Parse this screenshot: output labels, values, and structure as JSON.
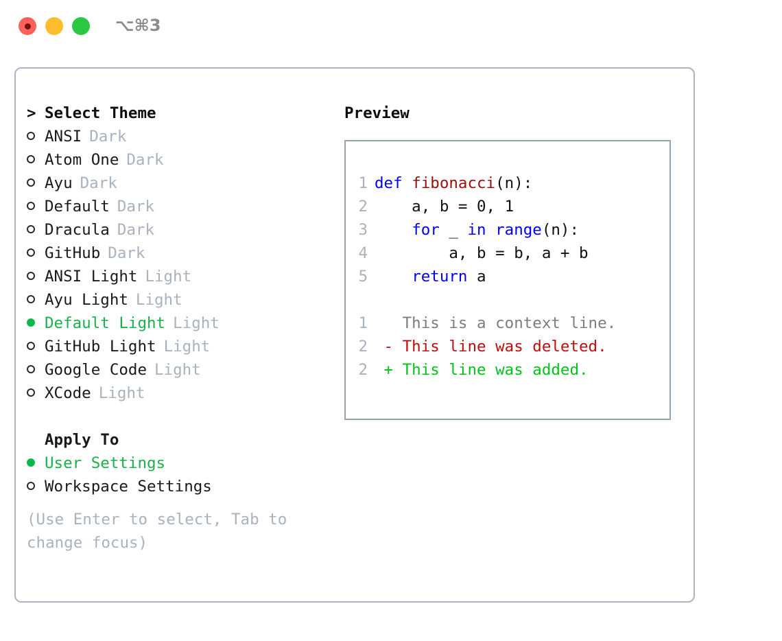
{
  "titlebar": {
    "shortcut": "⌥⌘3",
    "buttons": [
      "close",
      "minimize",
      "maximize"
    ]
  },
  "theme_picker": {
    "header_marker": ">",
    "header_label": "Select Theme",
    "items": [
      {
        "marker": "o",
        "label": "ANSI",
        "tag": "Dark",
        "selected": false
      },
      {
        "marker": "o",
        "label": "Atom One",
        "tag": "Dark",
        "selected": false
      },
      {
        "marker": "o",
        "label": "Ayu",
        "tag": "Dark",
        "selected": false
      },
      {
        "marker": "o",
        "label": "Default",
        "tag": "Dark",
        "selected": false
      },
      {
        "marker": "o",
        "label": "Dracula",
        "tag": "Dark",
        "selected": false
      },
      {
        "marker": "o",
        "label": "GitHub",
        "tag": "Dark",
        "selected": false
      },
      {
        "marker": "o",
        "label": "ANSI Light",
        "tag": "Light",
        "selected": false
      },
      {
        "marker": "o",
        "label": "Ayu Light",
        "tag": "Light",
        "selected": false
      },
      {
        "marker": "●",
        "label": "Default Light",
        "tag": "Light",
        "selected": true
      },
      {
        "marker": "o",
        "label": "GitHub Light",
        "tag": "Light",
        "selected": false
      },
      {
        "marker": "o",
        "label": "Google Code",
        "tag": "Light",
        "selected": false
      },
      {
        "marker": "o",
        "label": "XCode",
        "tag": "Light",
        "selected": false
      }
    ]
  },
  "apply_to": {
    "header_label": "Apply To",
    "items": [
      {
        "marker": "●",
        "label": "User Settings",
        "selected": true
      },
      {
        "marker": "o",
        "label": "Workspace Settings",
        "selected": false
      }
    ]
  },
  "hint": "(Use Enter to select, Tab to change focus)",
  "preview": {
    "title": "Preview",
    "code_lines": [
      {
        "number": "1",
        "tokens": [
          {
            "text": "def ",
            "kind": "kw"
          },
          {
            "text": "fibonacci",
            "kind": "fn"
          },
          {
            "text": "(n):",
            "kind": "plain"
          }
        ]
      },
      {
        "number": "2",
        "tokens": [
          {
            "text": "    a, b = 0, 1",
            "kind": "plain"
          }
        ]
      },
      {
        "number": "3",
        "tokens": [
          {
            "text": "    ",
            "kind": "plain"
          },
          {
            "text": "for",
            "kind": "kw"
          },
          {
            "text": " _ ",
            "kind": "plain"
          },
          {
            "text": "in",
            "kind": "kw"
          },
          {
            "text": " ",
            "kind": "plain"
          },
          {
            "text": "range",
            "kind": "kw"
          },
          {
            "text": "(n):",
            "kind": "plain"
          }
        ]
      },
      {
        "number": "4",
        "tokens": [
          {
            "text": "        a, b = b, a + b",
            "kind": "plain"
          }
        ]
      },
      {
        "number": "5",
        "tokens": [
          {
            "text": "    ",
            "kind": "plain"
          },
          {
            "text": "return",
            "kind": "kw"
          },
          {
            "text": " a",
            "kind": "plain"
          }
        ]
      }
    ],
    "diff_lines": [
      {
        "number": "1",
        "text": "   This is a context line.",
        "kind": "ctx"
      },
      {
        "number": "2",
        "text": " - This line was deleted.",
        "kind": "del"
      },
      {
        "number": "2",
        "text": " + This line was added.",
        "kind": "add"
      }
    ]
  },
  "colors": {
    "accent_green": "#18b24b",
    "muted": "#a9b2bf",
    "keyword_blue": "#0000f0",
    "function_red": "#9b0f10",
    "diff_deleted": "#c00c0c",
    "diff_added": "#00c417",
    "panel_border": "#aab4c2",
    "preview_border": "#93a0b0",
    "close_red": "#ff6159",
    "minimize_yellow": "#ffbd2e",
    "maximize_green": "#28c840"
  }
}
